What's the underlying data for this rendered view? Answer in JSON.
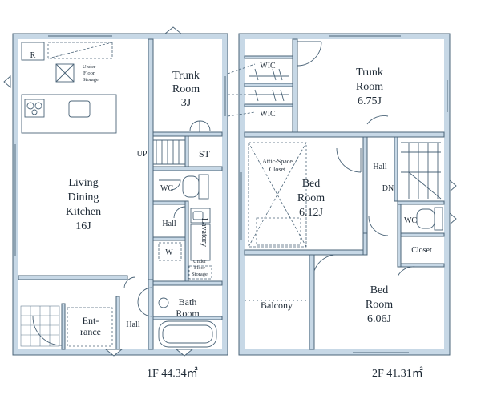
{
  "floor1": {
    "area_label": "1F 44.34㎡",
    "rooms": {
      "refrigerator": "R",
      "under_floor_storage_top": [
        "Under",
        "Floor",
        "Storage"
      ],
      "trunk_room": [
        "Trunk",
        "Room",
        "3J"
      ],
      "up": "UP",
      "st": "ST",
      "ldk": [
        "Living",
        "Dining",
        "Kitchen",
        "16J"
      ],
      "wc": "WC",
      "hall_mid": "Hall",
      "lavatory": "Lavatory",
      "w": "W",
      "under_floor_storage_mid": [
        "Under",
        "Floor",
        "Storage"
      ],
      "bath_room": [
        "Bath",
        "Room"
      ],
      "entrance": [
        "Ent-",
        "rance"
      ],
      "hall_entry": "Hall"
    }
  },
  "floor2": {
    "area_label": "2F 41.31㎡",
    "rooms": {
      "wic_top": "WIC",
      "wic_bottom": "WIC",
      "trunk_room": [
        "Trunk",
        "Room",
        "6.75J"
      ],
      "attic_closet": [
        "Attic-Space",
        "Closet"
      ],
      "bed_room_a": [
        "Bed",
        "Room",
        "6.12J"
      ],
      "hall": "Hall",
      "dn": "DN",
      "wc": "WC",
      "closet": "Closet",
      "balcony": "Balcony",
      "bed_room_b": [
        "Bed",
        "Room",
        "6.06J"
      ]
    }
  }
}
